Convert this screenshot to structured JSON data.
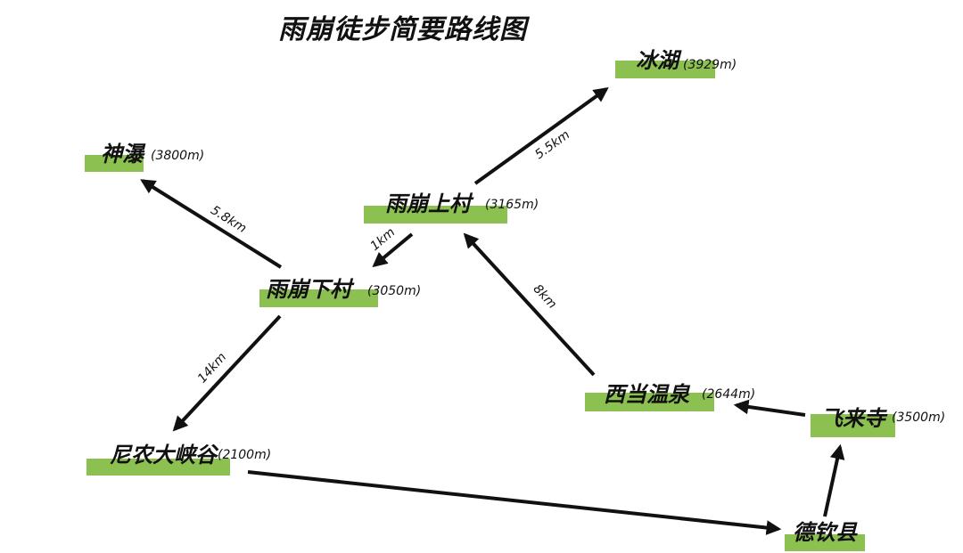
{
  "title": "雨崩徒步简要路线图",
  "nodes": {
    "binghu": {
      "name": "冰湖",
      "altitude": "(3929m)"
    },
    "shenpu": {
      "name": "神瀑",
      "altitude": "(3800m)"
    },
    "shangcun": {
      "name": "雨崩上村",
      "altitude": "(3165m)"
    },
    "xiacun": {
      "name": "雨崩下村",
      "altitude": "(3050m)"
    },
    "xidang": {
      "name": "西当温泉",
      "altitude": "(2644m)"
    },
    "feilai": {
      "name": "飞来寺",
      "altitude": "(3500m)"
    },
    "ninong": {
      "name": "尼农大峡谷",
      "altitude": "(2100m)"
    },
    "deqin": {
      "name": "德钦县",
      "altitude": ""
    }
  },
  "distances": {
    "shangcun_binghu": "5.5km",
    "xiacun_shenpu": "5.8km",
    "shangcun_xiacun": "1km",
    "xidang_shangcun": "8km",
    "xiacun_ninong": "14km"
  },
  "colors": {
    "bar": "#8cc152",
    "line": "#111111",
    "background": "#ffffff"
  }
}
